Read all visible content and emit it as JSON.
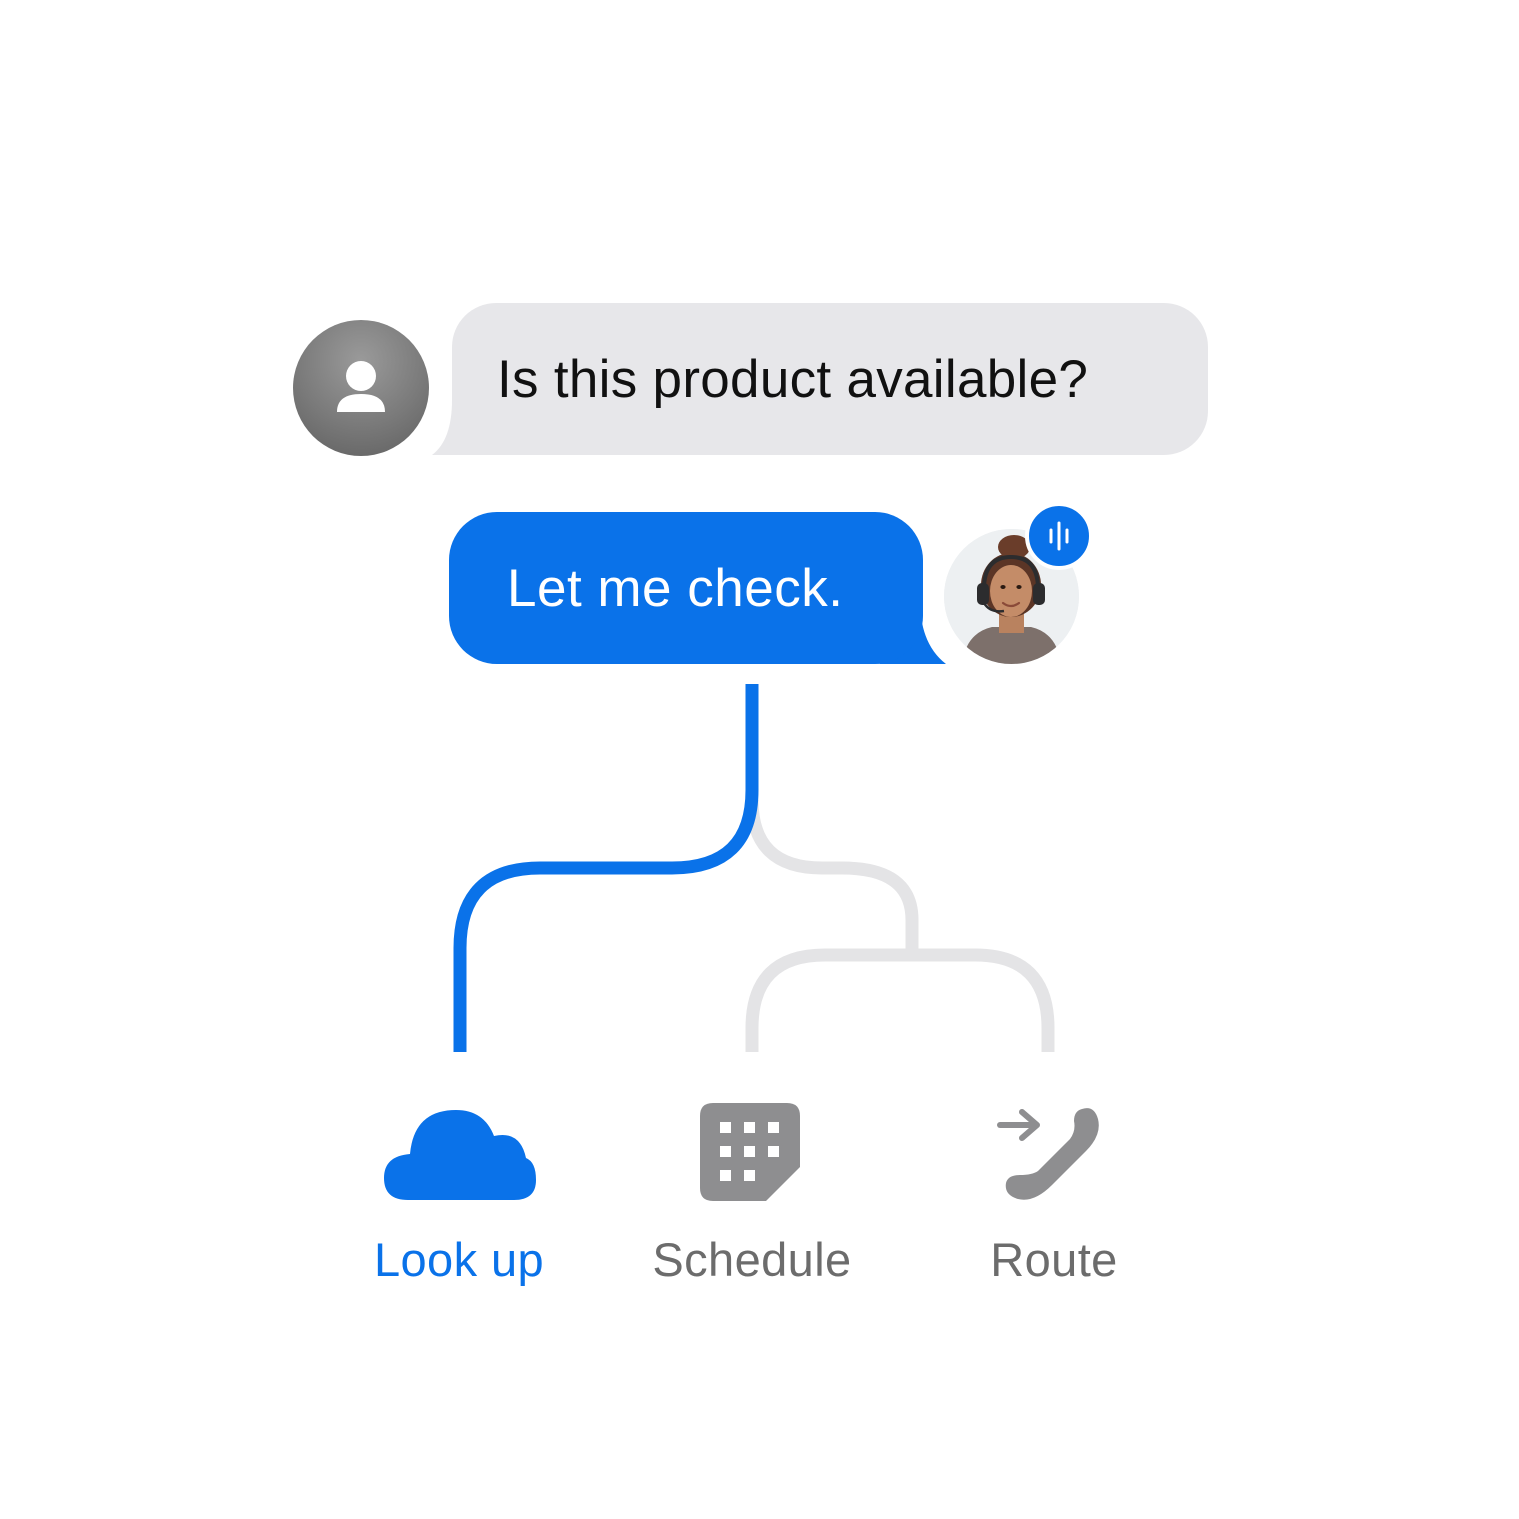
{
  "conversation": {
    "customer_message": "Is this product available?",
    "agent_message": "Let me check."
  },
  "actions": [
    {
      "label": "Look up",
      "icon": "cloud-icon",
      "state": "active"
    },
    {
      "label": "Schedule",
      "icon": "calendar-icon",
      "state": "inactive"
    },
    {
      "label": "Route",
      "icon": "phone-forward-icon",
      "state": "inactive"
    }
  ],
  "colors": {
    "accent": "#0a72e9",
    "inactive": "#8e8e90",
    "connector_inactive": "#e4e4e6",
    "customer_bubble": "#e7e7ea"
  }
}
